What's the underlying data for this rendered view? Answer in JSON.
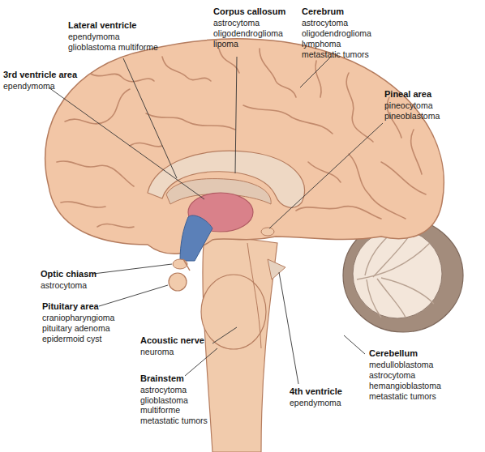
{
  "diagram": {
    "labels": [
      "Lateral ventricle",
      "ependymoma",
      "glioblastoma multiforme",
      "Corpus callosum",
      "astrocytoma",
      "oligodendroglioma",
      "lipoma",
      "Cerebrum",
      "astrocytoma",
      "oligodendroglioma",
      "lymphoma",
      "metastatic tumors",
      "3rd ventricle area",
      "ependymoma",
      "Pineal area",
      "pineocytoma",
      "pineoblastoma",
      "Optic chiasm",
      "astrocytoma",
      "Pituitary area",
      "craniopharyngioma",
      "pituitary adenoma",
      "epidermoid cyst",
      "Acoustic nerve",
      "neuroma",
      "Cerebellum",
      "medulloblastoma",
      "astrocytoma",
      "hemangioblastoma",
      "metastatic tumors",
      "Brainstem",
      "astrocytoma",
      "glioblastoma multiforme",
      "metastatic tumors",
      "4th ventricle",
      "ependymoma"
    ]
  }
}
